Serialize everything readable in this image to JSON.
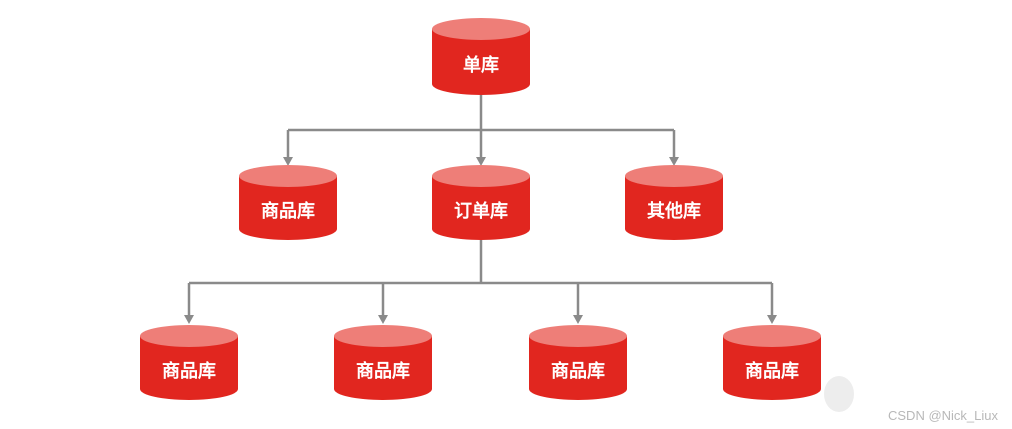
{
  "diagram": {
    "root": {
      "label": "单库"
    },
    "level1": [
      {
        "label": "商品库"
      },
      {
        "label": "订单库"
      },
      {
        "label": "其他库"
      }
    ],
    "level2": [
      {
        "label": "商品库"
      },
      {
        "label": "商品库"
      },
      {
        "label": "商品库"
      },
      {
        "label": "商品库"
      }
    ]
  },
  "colors": {
    "cylinder_top": "#ee7e78",
    "cylinder_body": "#e1261f",
    "connector": "#8a8a8a"
  },
  "watermark": "CSDN @Nick_Liux"
}
